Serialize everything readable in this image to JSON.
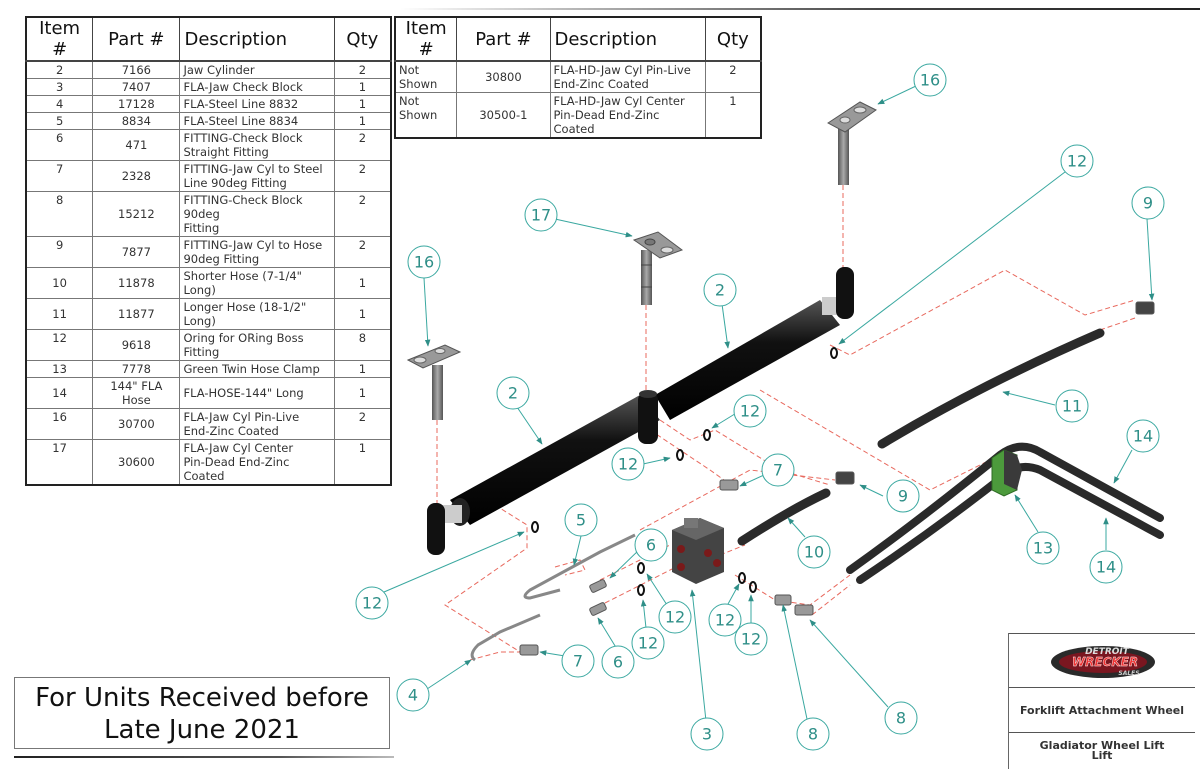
{
  "bom_main": {
    "headers": [
      "Item #",
      "Part #",
      "Description",
      "Qty"
    ],
    "rows": [
      {
        "item": "2",
        "part": "7166",
        "desc": [
          "Jaw Cylinder"
        ],
        "qty": "2"
      },
      {
        "item": "3",
        "part": "7407",
        "desc": [
          "FLA-Jaw Check Block"
        ],
        "qty": "1"
      },
      {
        "item": "4",
        "part": "17128",
        "desc": [
          "FLA-Steel Line 8832"
        ],
        "qty": "1"
      },
      {
        "item": "5",
        "part": "8834",
        "desc": [
          "FLA-Steel Line 8834"
        ],
        "qty": "1"
      },
      {
        "item": "6",
        "part": "471",
        "desc": [
          "FITTING-Check Block",
          "Straight Fitting"
        ],
        "qty": "2"
      },
      {
        "item": "7",
        "part": "2328",
        "desc": [
          "FITTING-Jaw Cyl to Steel",
          "Line 90deg Fitting"
        ],
        "qty": "2"
      },
      {
        "item": "8",
        "part": "15212",
        "desc": [
          "FITTING-Check Block 90deg",
          "Fitting"
        ],
        "qty": "2"
      },
      {
        "item": "9",
        "part": "7877",
        "desc": [
          "FITTING-Jaw Cyl to Hose",
          "90deg Fitting"
        ],
        "qty": "2"
      },
      {
        "item": "10",
        "part": "11878",
        "desc": [
          "Shorter Hose (7-1/4\" Long)"
        ],
        "qty": "1"
      },
      {
        "item": "11",
        "part": "11877",
        "desc": [
          "Longer Hose (18-1/2\" Long)"
        ],
        "qty": "1"
      },
      {
        "item": "12",
        "part": "9618",
        "desc": [
          "Oring for ORing Boss",
          "Fitting"
        ],
        "qty": "8"
      },
      {
        "item": "13",
        "part": "7778",
        "desc": [
          "Green Twin Hose Clamp"
        ],
        "qty": "1"
      },
      {
        "item": "14",
        "part": "144\" FLA Hose",
        "desc": [
          "FLA-HOSE-144\" Long"
        ],
        "qty": "1"
      },
      {
        "item": "16",
        "part": "30700",
        "desc": [
          "FLA-Jaw Cyl Pin-Live",
          "End-Zinc Coated"
        ],
        "qty": "2"
      },
      {
        "item": "17",
        "part": "30600",
        "desc": [
          "FLA-Jaw Cyl Center",
          "Pin-Dead End-Zinc Coated"
        ],
        "qty": "1"
      }
    ]
  },
  "bom_extra": {
    "headers": [
      "Item #",
      "Part #",
      "Description",
      "Qty"
    ],
    "rows": [
      {
        "item": "Not Shown",
        "part": "30800",
        "desc": [
          "FLA-HD-Jaw Cyl Pin-Live",
          "End-Zinc Coated"
        ],
        "qty": "2"
      },
      {
        "item": "Not Shown",
        "part": "30500-1",
        "desc": [
          "FLA-HD-Jaw Cyl Center",
          "Pin-Dead End-Zinc Coated"
        ],
        "qty": "1"
      }
    ]
  },
  "notice": {
    "line1": "For Units Received before",
    "line2": "Late June 2021"
  },
  "title_block": {
    "logo": {
      "line1": "DETROIT",
      "line2": "WRECKER",
      "line3": "SALES"
    },
    "subtitle": "Forklift Attachment Wheel Lift",
    "title": "Gladiator Wheel Lift"
  },
  "callouts": [
    {
      "label": "16"
    },
    {
      "label": "16"
    },
    {
      "label": "17"
    },
    {
      "label": "2"
    },
    {
      "label": "2"
    },
    {
      "label": "12"
    },
    {
      "label": "9"
    },
    {
      "label": "11"
    },
    {
      "label": "12"
    },
    {
      "label": "12"
    },
    {
      "label": "7"
    },
    {
      "label": "9"
    },
    {
      "label": "14"
    },
    {
      "label": "14"
    },
    {
      "label": "13"
    },
    {
      "label": "10"
    },
    {
      "label": "5"
    },
    {
      "label": "6"
    },
    {
      "label": "12"
    },
    {
      "label": "12"
    },
    {
      "label": "12"
    },
    {
      "label": "12"
    },
    {
      "label": "12"
    },
    {
      "label": "12"
    },
    {
      "label": "7"
    },
    {
      "label": "6"
    },
    {
      "label": "4"
    },
    {
      "label": "3"
    },
    {
      "label": "8"
    },
    {
      "label": "8"
    }
  ],
  "colors": {
    "callout": "#3aa8a0",
    "centerline": "#e8695e",
    "clamp": "#4c9a3c"
  }
}
